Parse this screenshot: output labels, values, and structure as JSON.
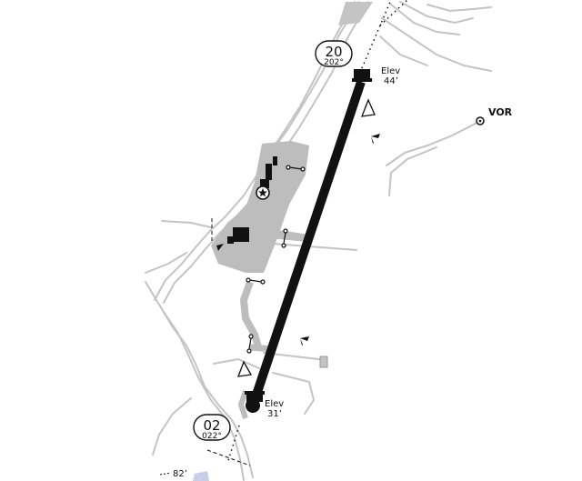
{
  "runway_ends": {
    "north": {
      "number": "20",
      "heading": "202°",
      "elevation_label": "Elev",
      "elevation_value": "44’"
    },
    "south": {
      "number": "02",
      "heading": "022°",
      "elevation_label": "Elev",
      "elevation_value": "31’"
    }
  },
  "navaid": {
    "label": "VOR"
  },
  "corner_elevation": "82’",
  "colors": {
    "runway": "#111111",
    "road": "#c4c4c4",
    "apron": "#bdbdbd",
    "text": "#111111",
    "background": "#ffffff"
  }
}
